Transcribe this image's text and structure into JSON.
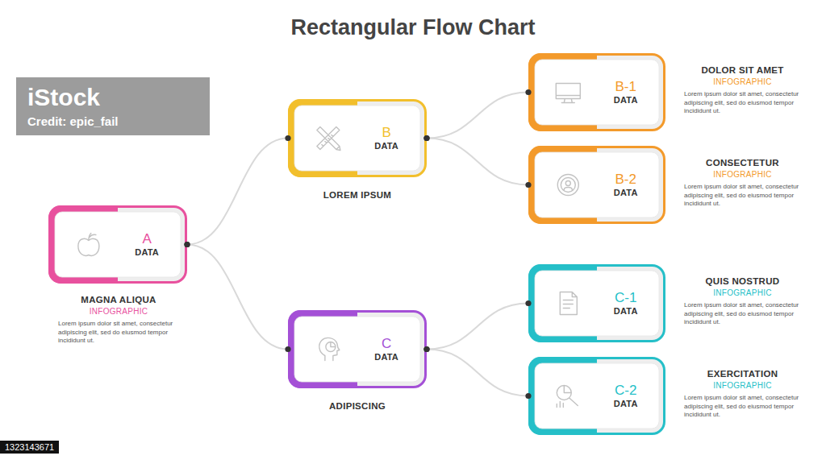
{
  "diagram": {
    "title": "Rectangular Flow Chart",
    "nodes": [
      {
        "text": [
          "A",
          "DATA",
          "MAGNA ALIQUA",
          "INFOGRAPHIC",
          "Lorem ipsum dolor sit amet, consectetur adipiscing elit, sed do eiusmod tempor incididunt ut."
        ]
      },
      {
        "text": [
          "B",
          "DATA",
          "LOREM IPSUM"
        ]
      },
      {
        "text": [
          "C",
          "DATA",
          "ADIPISCING"
        ]
      },
      {
        "text": [
          "B-1",
          "DATA",
          "DOLOR SIT AMET",
          "INFOGRAPHIC",
          "Lorem ipsum dolor sit amet, consectetur adipiscing elit, sed do eiusmod tempor incididunt ut."
        ]
      },
      {
        "text": [
          "B-2",
          "DATA",
          "CONSECTETUR",
          "INFOGRAPHIC",
          "Lorem ipsum dolor sit amet, consectetur adipiscing elit, sed do eiusmod tempor incididunt ut."
        ]
      },
      {
        "text": [
          "C-1",
          "DATA",
          "QUIS NOSTRUD",
          "INFOGRAPHIC",
          "Lorem ipsum dolor sit amet, consectetur adipiscing elit, sed do eiusmod tempor incididunt ut."
        ]
      },
      {
        "text": [
          "C-2",
          "DATA",
          "EXERCITATION",
          "INFOGRAPHIC",
          "Lorem ipsum dolor sit amet, consectetur adipiscing elit, sed do eiusmod tempor incididunt ut."
        ]
      }
    ],
    "edges": [
      {
        "from": 0,
        "to": 1,
        "arrow": "none"
      },
      {
        "from": 0,
        "to": 2,
        "arrow": "none"
      },
      {
        "from": 1,
        "to": 3,
        "arrow": "none"
      },
      {
        "from": 1,
        "to": 4,
        "arrow": "none"
      },
      {
        "from": 2,
        "to": 5,
        "arrow": "none"
      },
      {
        "from": 2,
        "to": 6,
        "arrow": "none"
      }
    ],
    "labels": [
      "iStock",
      "Credit: epic_fail",
      "1323143671"
    ]
  }
}
